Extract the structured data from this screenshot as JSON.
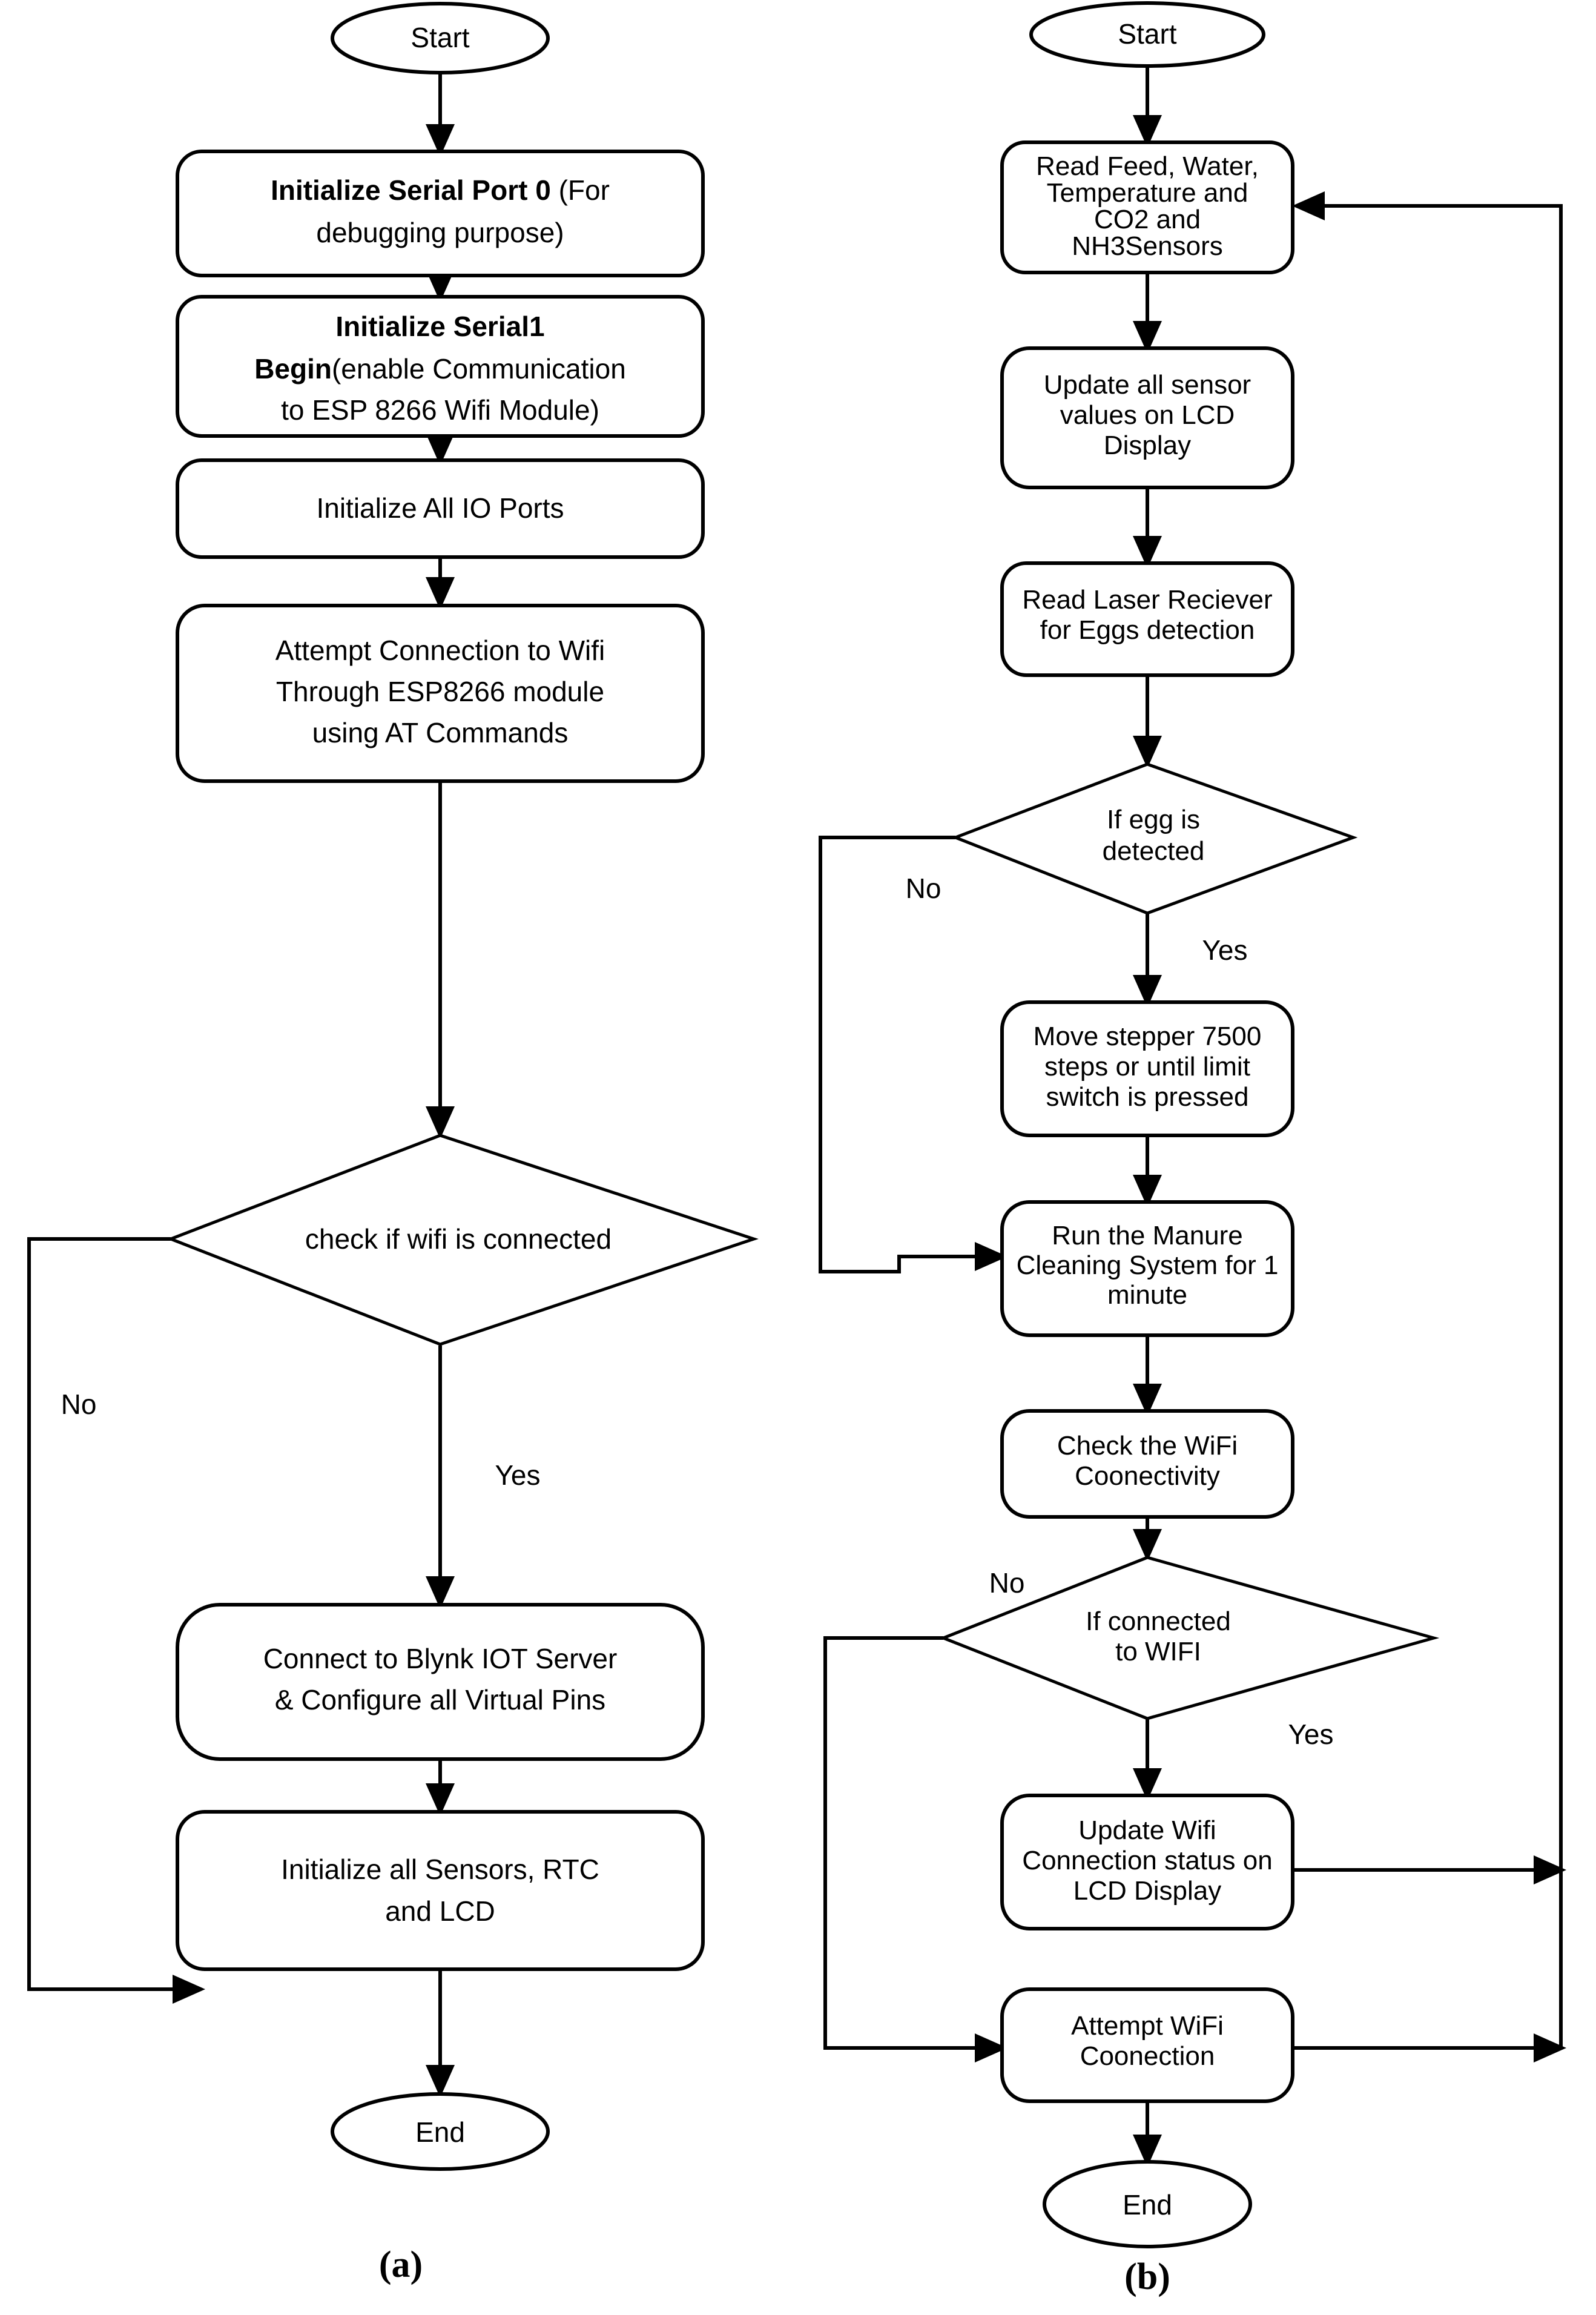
{
  "figure": {
    "panels": [
      {
        "id": "a",
        "caption": "(a)",
        "nodes": {
          "start": {
            "label": "Start",
            "shape": "ellipse"
          },
          "init_serial0": {
            "bold_part": "Initialize Serial Port 0",
            "rest_part": " (For",
            "line2": "debugging purpose)",
            "shape": "process"
          },
          "init_serial1": {
            "line1": "Initialize Serial1",
            "line2_bold": "Begin",
            "line2_rest": "(enable Communication",
            "line3": "to ESP 8266 Wifi Module)",
            "shape": "process"
          },
          "init_io": {
            "label": "Initialize All IO Ports",
            "shape": "process"
          },
          "attempt_conn": {
            "line1": "Attempt Connection  to Wifi",
            "line2": "Through ESP8266 module",
            "line3": "using AT Commands",
            "shape": "process"
          },
          "check_wifi": {
            "label": "check if wifi is connected",
            "shape": "decision"
          },
          "connect_blynk": {
            "line1": "Connect to Blynk IOT Server",
            "line2": "& Configure all Virtual Pins",
            "shape": "process"
          },
          "init_sensors": {
            "line1": "Initialize  all Sensors, RTC",
            "line2": "and LCD",
            "shape": "process"
          },
          "end": {
            "label": "End",
            "shape": "ellipse"
          }
        },
        "edge_labels": {
          "no": "No",
          "yes": "Yes"
        }
      },
      {
        "id": "b",
        "caption": "(b)",
        "nodes": {
          "start": {
            "label": "Start",
            "shape": "ellipse"
          },
          "read_sensors": {
            "line1": "Read Feed, Water,",
            "line2": "Temperature  and",
            "line3": "CO2 and",
            "line4": "NH3Sensors",
            "shape": "process"
          },
          "update_lcd": {
            "line1": "Update all sensor",
            "line2": "values on LCD",
            "line3": "Display",
            "shape": "process"
          },
          "read_laser": {
            "line1": "Read Laser Reciever",
            "line2": "for Eggs detection",
            "shape": "process"
          },
          "if_egg": {
            "line1": "If egg is",
            "line2": "detected",
            "shape": "decision"
          },
          "move_stepper": {
            "line1": "Move stepper 7500",
            "line2": "steps or until limit",
            "line3": "switch is pressed",
            "shape": "process"
          },
          "run_manure": {
            "line1": "Run the Manure",
            "line2": "Cleaning System for 1",
            "line3": "minute",
            "shape": "process"
          },
          "check_wifi_conn": {
            "line1": "Check the WiFi",
            "line2": "Coonectivity",
            "shape": "process"
          },
          "if_connected": {
            "line1": "If connected",
            "line2": "to WIFI",
            "shape": "decision"
          },
          "update_wifi_status": {
            "line1": "Update Wifi",
            "line2": "Connection status on",
            "line3": "LCD Display",
            "shape": "process"
          },
          "attempt_wifi": {
            "line1": "Attempt WiFi",
            "line2": "Coonection",
            "shape": "process"
          },
          "end": {
            "label": "End",
            "shape": "ellipse"
          }
        },
        "edge_labels": {
          "no_egg": "No",
          "yes_egg": "Yes",
          "no_conn": "No",
          "yes_conn": "Yes"
        }
      }
    ],
    "colors": {
      "stroke": "#000000",
      "fill": "#ffffff",
      "background": "#ffffff"
    }
  }
}
